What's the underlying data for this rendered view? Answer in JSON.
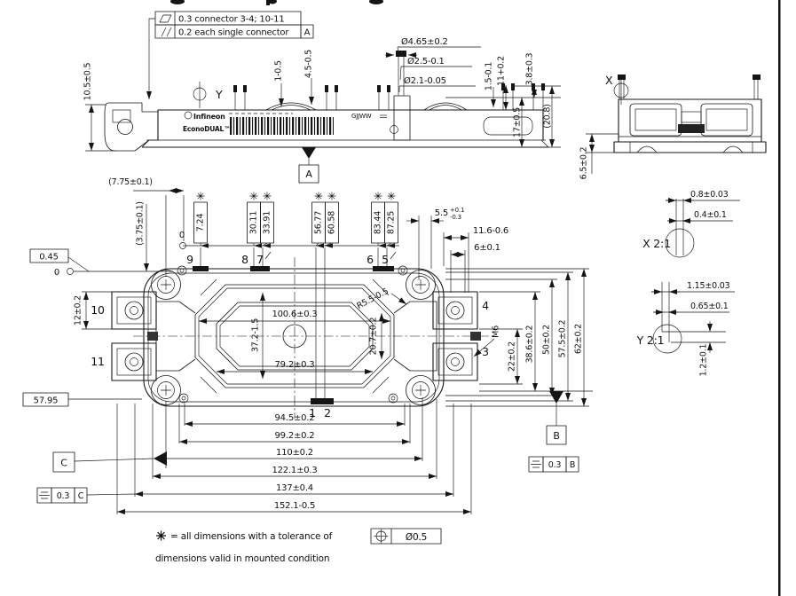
{
  "top_frames": {
    "flatness_value": "0.3 connector 3-4; 10-11",
    "parallelism_value": "0.2 each single connector",
    "parallelism_datum": "A"
  },
  "side_view": {
    "brand": "Infineon",
    "series": "EconoDUAL™",
    "marking": "GJJWW",
    "datum_y": "Y",
    "datum_a": "A",
    "dim_bracket_height": "10.5±0.5",
    "dim_dome_min": "1-0.5",
    "dim_dome_mid": "4.5-0.5",
    "dim_pin_dia_outer": "Ø4.65±0.2",
    "dim_pin_dia_mid": "Ø2.5-0.1",
    "dim_pin_dia_core": "Ø2.1-0.05",
    "dim_step": "1.5-0.1",
    "dim_pin_length": "11+0.2",
    "dim_top_gap": "3.8±0.3",
    "dim_body_height": "17±0.5",
    "dim_overall_height": "(20.8)"
  },
  "end_view": {
    "datum_x": "X",
    "dim_base_height": "6.5±0.2"
  },
  "detail_x": {
    "label": "X 2:1",
    "dim_outer": "0.8±0.03",
    "dim_inner": "0.4±0.1"
  },
  "detail_y": {
    "label": "Y 2:1",
    "dim_outer": "1.15±0.03",
    "dim_inner": "0.65±0.1",
    "dim_foot": "1.2±0.1"
  },
  "main_view": {
    "origin_top": "0",
    "origin_left": "0",
    "ref_offset_x": "(7.75±0.1)",
    "ref_offset_y": "(3.75±0.1)",
    "ref_left": "0.45",
    "ref_bottom_left": "57.95",
    "pin_positions": [
      "7.24",
      "30.11",
      "33.91",
      "56.77",
      "60.58",
      "83.44",
      "87.25"
    ],
    "pin_top": [
      "9",
      "8",
      "7",
      "6",
      "5"
    ],
    "pin_bottom": [
      "1",
      "2"
    ],
    "terminals_left": [
      "10",
      "11"
    ],
    "terminals_right": [
      "4",
      "3"
    ],
    "dim_terminal_height": "12±0.2",
    "thread": "M6",
    "dim_lid_width": "100.6±0.3",
    "dim_lid_height": "37.2-1.5",
    "dim_inner_width": "79.2±0.3",
    "dim_corner_radius": "R5.5-0.5",
    "dim_pocket_height": "20.7±0.2",
    "dim_pin5_nom": "5.5",
    "dim_pin5_up": "+0.1",
    "dim_pin5_low": "-0.3",
    "dim_terminal_depth": "11.6-0.6",
    "dim_terminal_pitch": "6±0.1",
    "dims_right": [
      "22±0.2",
      "38.6±0.2",
      "50±0.2",
      "57.5±0.2",
      "62±0.2"
    ],
    "dims_bottom": [
      "94.5±0.2",
      "99.2±0.2",
      "110±0.2",
      "122.1±0.3",
      "137±0.4",
      "152.1-0.5"
    ],
    "datum_b": "B",
    "datum_c": "C",
    "frame_b_value": "0.3",
    "frame_b_datum": "B",
    "frame_c_value": "0.3",
    "frame_c_datum": "C"
  },
  "notes": {
    "line1": "= all dimensions with a tolerance of",
    "position_tolerance": "Ø0.5",
    "line2": "dimensions valid in mounted condition"
  }
}
